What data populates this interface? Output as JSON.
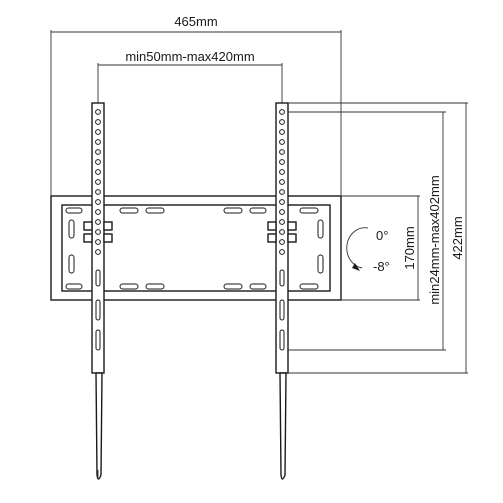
{
  "dimensions": {
    "total_width": "465mm",
    "vesa_horizontal": "min50mm-max420mm",
    "frame_height": "170mm",
    "vesa_vertical": "min24mm-max402mm",
    "arm_height": "422mm"
  },
  "tilt": {
    "max_label": "0°",
    "min_label": "-8°"
  }
}
